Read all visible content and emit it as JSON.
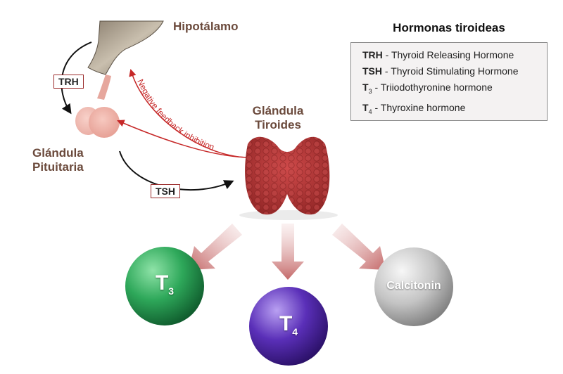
{
  "labels": {
    "hypothalamus": "Hipotálamo",
    "pituitary_line1": "Glándula",
    "pituitary_line2": "Pituitaria",
    "thyroid_line1": "Glándula",
    "thyroid_line2": "Tiroides",
    "trh_tag": "TRH",
    "tsh_tag": "TSH",
    "feedback": "Negative feedback inhibition"
  },
  "legend": {
    "title": "Hormonas tiroideas",
    "items": [
      {
        "abbr": "TRH",
        "sub": "",
        "desc": " - Thyroid Releasing Hormone"
      },
      {
        "abbr": "TSH",
        "sub": "",
        "desc": " - Thyroid Stimulating Hormone"
      },
      {
        "abbr": "T",
        "sub": "3",
        "desc": " - Triiodothyronine hormone"
      },
      {
        "abbr": "T",
        "sub": "4",
        "desc": " - Thyroxine hormone"
      }
    ]
  },
  "outputs": [
    {
      "main": "T",
      "sub": "3",
      "color": "#2e9e52"
    },
    {
      "main": "T",
      "sub": "4",
      "color": "#5a2fb0"
    },
    {
      "main": "Calcitonin",
      "sub": "",
      "color": "#b9b9b9"
    }
  ],
  "colors": {
    "label_brown": "#6b4a3c",
    "feedback_red": "#c62828",
    "arrow_pink": "#c97070",
    "thyroid": "#b33a3a"
  }
}
